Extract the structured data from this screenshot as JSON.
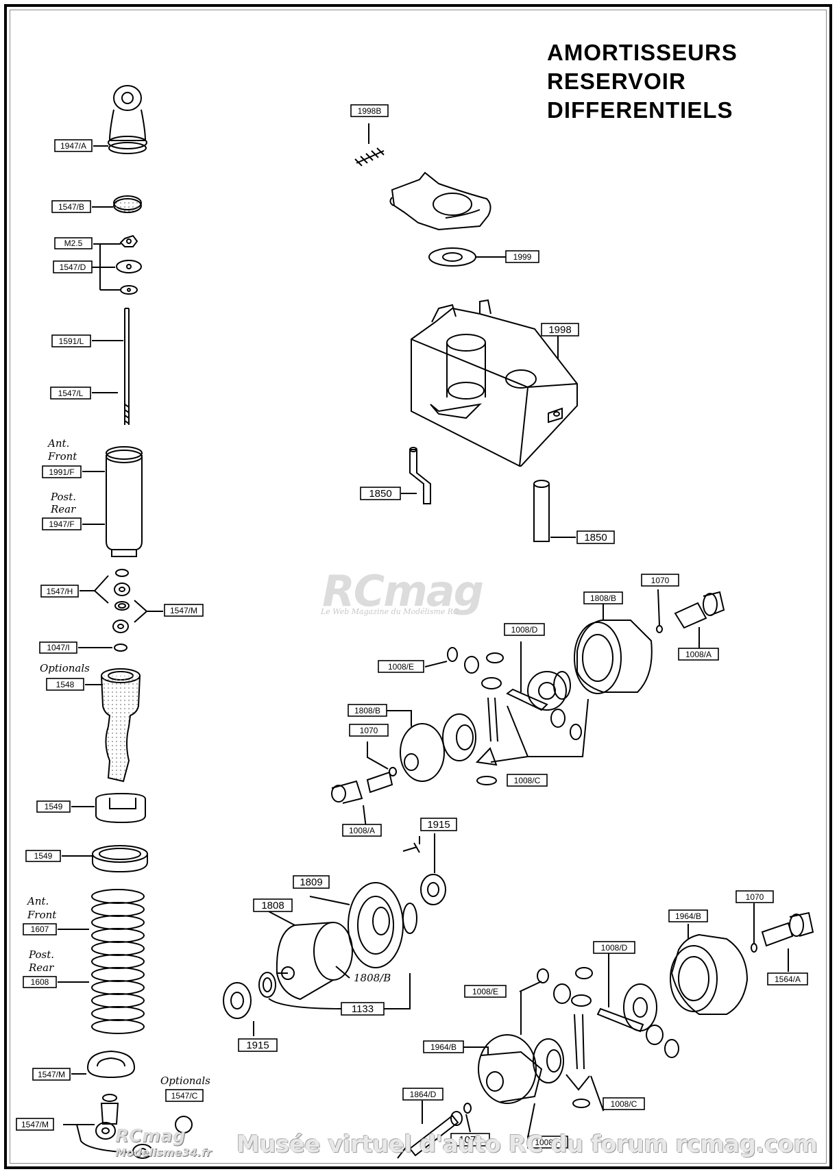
{
  "title": {
    "line1": "AMORTISSEURS",
    "line2": "RESERVOIR",
    "line3": "DIFFERENTIELS"
  },
  "shock_labels": {
    "cap": "1947/A",
    "membrane": "1547/B",
    "nut": "M2.5",
    "piston": "1547/D",
    "shaft1": "1591/L",
    "shaft2": "1547/L",
    "front_note1": "Ant.",
    "front_note2": "Front",
    "body_front": "1991/F",
    "rear_note1": "Post.",
    "rear_note2": "Rear",
    "body_rear": "1947/F",
    "oring_left": "1547/H",
    "oring_right": "1547/M",
    "clip": "1047/I",
    "options_note": "Optionals",
    "boot": "1548",
    "collar1": "1549",
    "collar2": "1549",
    "spring_front_note1": "Ant.",
    "spring_front_note2": "Front",
    "spring_front": "1607",
    "spring_rear_note1": "Post.",
    "spring_rear_note2": "Rear",
    "spring_rear": "1608",
    "spring_seat": "1547/M",
    "rod_end": "1547/M",
    "optionals_note": "Optionals",
    "optionals_part": "1547/C"
  },
  "tank_labels": {
    "spring": "1998B",
    "gasket": "1999",
    "tank": "1998",
    "pickup_left": "1850",
    "pickup_right": "1850"
  },
  "diff_labels": {
    "a_1070": "1070",
    "a_1808b": "1808/B",
    "a_1008d": "1008/D",
    "a_1008a_right": "1008/A",
    "a_1008e": "1008/E",
    "a_1808b_left": "1808/B",
    "a_1070_left": "1070",
    "a_1008c": "1008/C",
    "a_1008a_left": "1008/A",
    "b_1915_top": "1915",
    "b_1809": "1809",
    "b_1808": "1808",
    "b_1808b": "1808/B",
    "b_1133": "1133",
    "b_1915_bottom": "1915",
    "c_1070": "1070",
    "c_1964b": "1964/B",
    "c_1564a": "1564/A",
    "c_1008d": "1008/D",
    "c_1008e": "1008/E",
    "c_1964b_left": "1964/B",
    "c_1008c": "1008/C",
    "c_1864d": "1864/D",
    "c_1070_bottom": "1070",
    "c_1008f": "1008/F"
  },
  "watermark": {
    "logo": "RCmag",
    "tagline": "Le Web Magazine du Modélisme RC",
    "footer": "Musée virtuel d'auto RC du forum rcmag.com",
    "corner_logo": "RCmag",
    "corner_sub": "Modelisme34.fr"
  }
}
